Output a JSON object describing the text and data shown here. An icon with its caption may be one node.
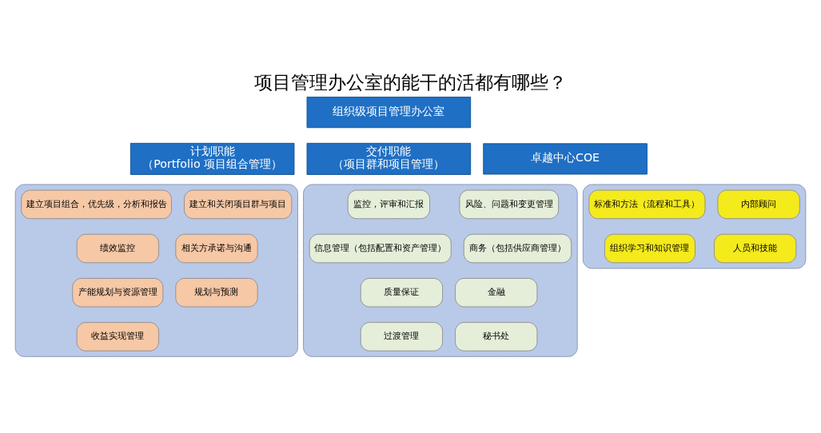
{
  "diagram": {
    "title": "项目管理办公室的能干的活都有哪些？",
    "nodes": [
      {
        "text": [
          "组织级项目管理办公室"
        ]
      },
      {
        "text": [
          "计划职能",
          "（Portfolio 项目组合管理）"
        ]
      },
      {
        "text": [],
        "shape": "box"
      },
      {
        "text": [
          "建立项目组合，优先级，分析和报告"
        ],
        "in": 2
      },
      {
        "text": [
          "建立和关闭项目群与项目"
        ],
        "in": 2
      },
      {
        "text": [
          "绩效监控"
        ],
        "in": 2
      },
      {
        "text": [
          "相关方承诺与沟通"
        ],
        "in": 2
      },
      {
        "text": [
          "产能规划与资源管理"
        ],
        "in": 2
      },
      {
        "text": [
          "规划与预测"
        ],
        "in": 2
      },
      {
        "text": [
          "收益实现管理"
        ],
        "in": 2
      },
      {
        "text": [
          "交付职能",
          "（项目群和项目管理）"
        ]
      },
      {
        "text": [],
        "shape": "box"
      },
      {
        "text": [
          "监控，评审和汇报"
        ],
        "in": 11
      },
      {
        "text": [
          "风险、问题和变更管理"
        ],
        "in": 11
      },
      {
        "text": [
          "信息管理（包括配置和资产管理）"
        ],
        "in": 11
      },
      {
        "text": [
          "商务（包括供应商管理）"
        ],
        "in": 11
      },
      {
        "text": [
          "质量保证"
        ],
        "in": 11
      },
      {
        "text": [
          "金融"
        ],
        "in": 11
      },
      {
        "text": [
          "过渡管理"
        ],
        "in": 11
      },
      {
        "text": [
          "秘书处"
        ],
        "in": 11
      },
      {
        "text": [
          "卓越中心COE"
        ]
      },
      {
        "text": [],
        "shape": "box"
      },
      {
        "text": [
          "标准和方法（流程和工具）"
        ],
        "in": 21
      },
      {
        "text": [
          "内部顾问"
        ],
        "in": 21
      },
      {
        "text": [
          "组织学习和知识管理"
        ],
        "in": 21
      },
      {
        "text": [
          "人员和技能"
        ],
        "in": 21
      }
    ]
  }
}
